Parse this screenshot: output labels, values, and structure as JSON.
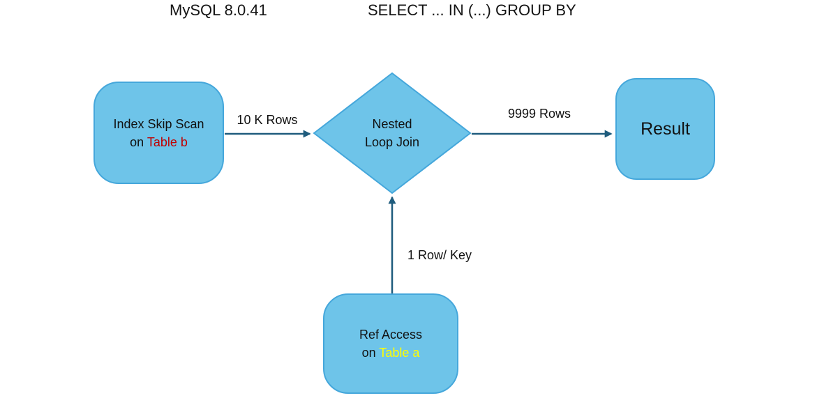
{
  "header": {
    "version": "MySQL 8.0.41",
    "query": "SELECT ... IN (...) GROUP BY"
  },
  "nodes": {
    "index_skip_scan": {
      "line1": "Index Skip Scan",
      "line2_prefix": "on ",
      "line2_table": "Table b"
    },
    "nested_loop_join": {
      "line1": "Nested",
      "line2": "Loop Join"
    },
    "result": {
      "label": "Result"
    },
    "ref_access": {
      "line1": "Ref Access",
      "line2_prefix": "on ",
      "line2_table": "Table a"
    }
  },
  "edges": {
    "scan_to_join": {
      "label": "10 K Rows"
    },
    "join_to_result": {
      "label": "9999 Rows"
    },
    "ref_to_join": {
      "label": "1 Row/ Key"
    }
  },
  "colors": {
    "node_fill": "#6EC4E9",
    "node_border": "#45A7DB",
    "arrow": "#1F5C7D",
    "table_b_text": "#C00000",
    "table_a_text": "#FFFF00",
    "text": "#111111",
    "background": "#FFFFFF"
  }
}
